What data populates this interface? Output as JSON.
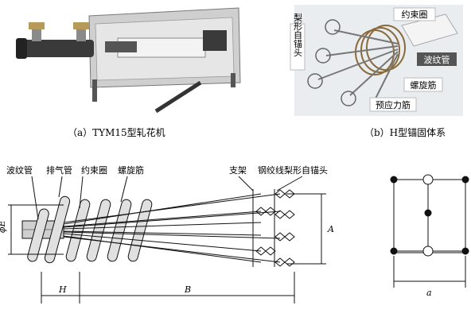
{
  "panel_a": {
    "caption": "（a）TYM15型轧花机"
  },
  "panel_b": {
    "caption": "（b）H型锚固体系",
    "labels": {
      "pear_anchor": "梨形自锚头",
      "binding_ring": "约束圈",
      "corrugated_pipe": "波纹管",
      "spiral_bar": "螺旋筋",
      "prestress_tendon": "预应力筋"
    }
  },
  "panel_c": {
    "labels": {
      "corrugated_pipe": "波纹管",
      "vent_pipe": "排气管",
      "binding_ring": "约束圈",
      "spiral_bar": "螺旋筋",
      "bracket": "支架",
      "strand_anchor": "钢绞线梨形自锚头"
    },
    "dims": {
      "phi_e": "ϕE",
      "h": "H",
      "b": "B",
      "a": "A"
    }
  },
  "panel_d": {
    "dims": {
      "a": "a"
    }
  },
  "colors": {
    "machine_body": "#d8d8d8",
    "dark_metal": "#2b2b2b",
    "anchor_gray": "#9aa3a6",
    "tag_bg": "#555555"
  }
}
